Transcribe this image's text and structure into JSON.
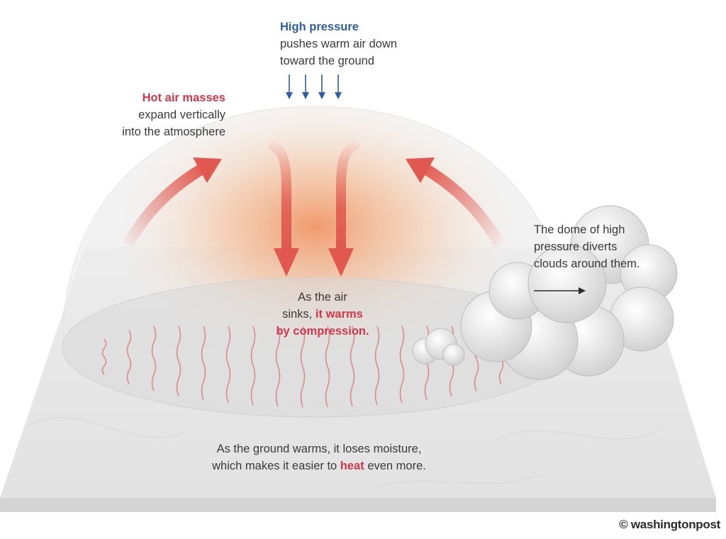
{
  "high_pressure": {
    "title": "High pressure",
    "line2": "pushes warm air down",
    "line3": "toward the ground"
  },
  "hot_air": {
    "title": "Hot air masses",
    "line2": "expand vertically",
    "line3": "into the atmosphere"
  },
  "sinking": {
    "line1": "As the air",
    "line2_plain": "sinks, ",
    "line2_highlight": "it warms",
    "line3_highlight": "by compression."
  },
  "dome_clouds": {
    "line1": "The dome of high",
    "line2": "pressure diverts",
    "line3": "clouds around them."
  },
  "ground": {
    "line1": "As the ground warms, it loses moisture,",
    "line2_before": "which makes it easier to ",
    "line2_highlight": "heat",
    "line2_after": " even more."
  },
  "credit": "© washingtonpost",
  "colors": {
    "warm_red": "#d0384b",
    "pressure_blue": "#2f5f9e",
    "arrow_red": "#e0584f",
    "text": "#3a3a3a"
  }
}
